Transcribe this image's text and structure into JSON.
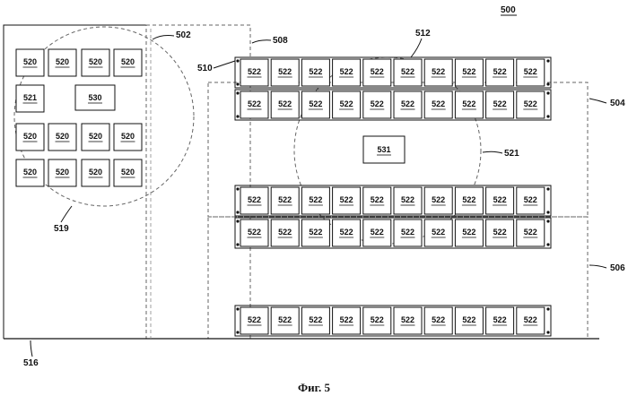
{
  "figure_number": "500",
  "caption": "Фиг. 5",
  "refs": {
    "r502": "502",
    "r504": "504",
    "r506": "506",
    "r508": "508",
    "r510": "510",
    "r512": "512",
    "r516": "516",
    "r519": "519",
    "r521": "521"
  },
  "left_zone": {
    "device_label": "520",
    "aux_label": "521",
    "central_label": "530"
  },
  "rack_zone": {
    "module_label": "522",
    "central_label": "531"
  }
}
